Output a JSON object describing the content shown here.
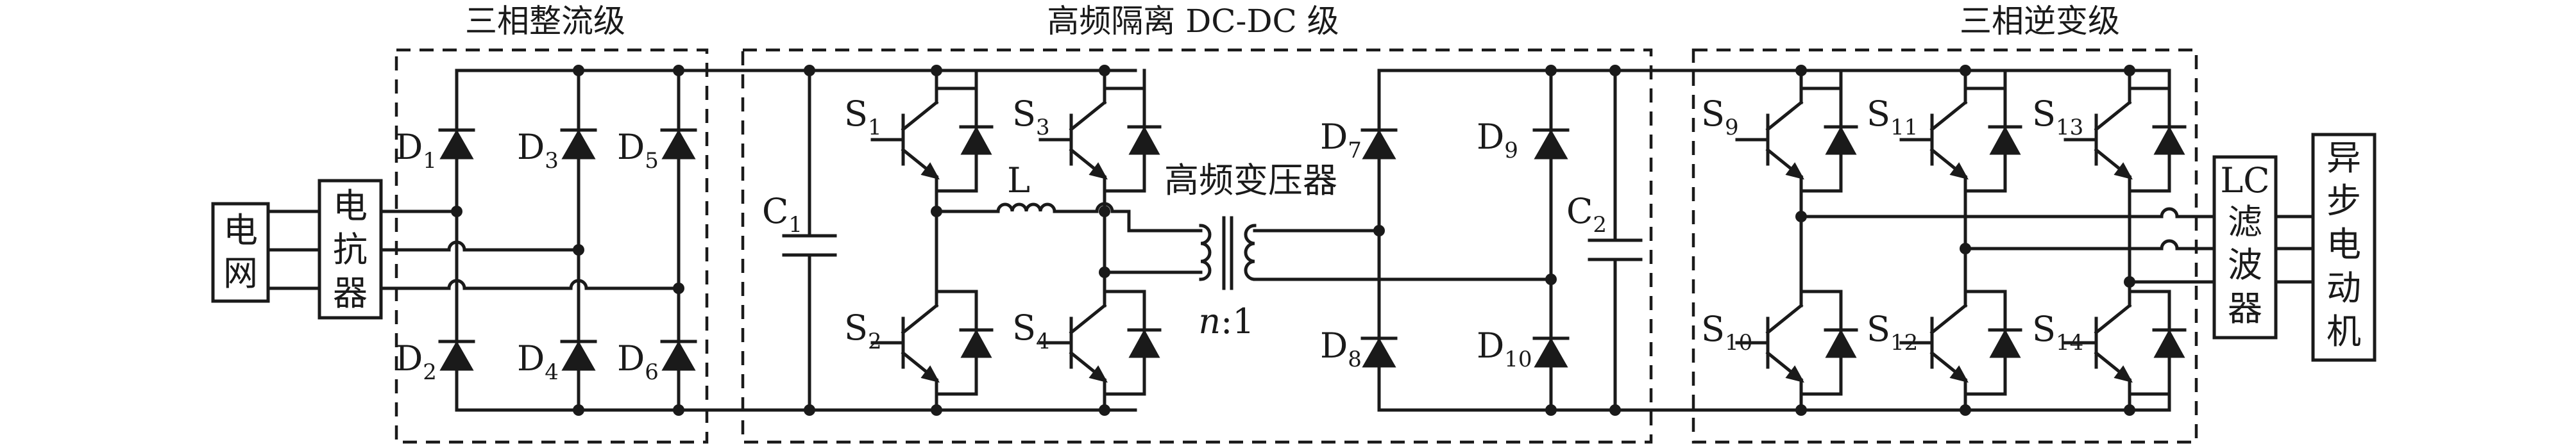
{
  "stages": {
    "rectifier": "三相整流级",
    "dcdc": "高频隔离 DC-DC 级",
    "inverter": "三相逆变级"
  },
  "blocks": {
    "grid": [
      "电",
      "网"
    ],
    "reactor": [
      "电",
      "抗",
      "器"
    ],
    "lc_filter": [
      "LC",
      "滤",
      "波",
      "器"
    ],
    "motor": [
      "异",
      "步",
      "电",
      "动",
      "机"
    ]
  },
  "rectifier_diodes": [
    {
      "base": "D",
      "sub": "1"
    },
    {
      "base": "D",
      "sub": "3"
    },
    {
      "base": "D",
      "sub": "5"
    },
    {
      "base": "D",
      "sub": "2"
    },
    {
      "base": "D",
      "sub": "4"
    },
    {
      "base": "D",
      "sub": "6"
    }
  ],
  "capacitors": [
    {
      "base": "C",
      "sub": "1"
    },
    {
      "base": "C",
      "sub": "2"
    }
  ],
  "dcdc_switches": [
    {
      "base": "S",
      "sub": "1"
    },
    {
      "base": "S",
      "sub": "3"
    },
    {
      "base": "S",
      "sub": "2"
    },
    {
      "base": "S",
      "sub": "4"
    }
  ],
  "inductor": "L",
  "transformer": {
    "label": "高频变压器",
    "ratio_n": "n",
    "ratio_rest": ":1"
  },
  "output_diodes": [
    {
      "base": "D",
      "sub": "7"
    },
    {
      "base": "D",
      "sub": "9"
    },
    {
      "base": "D",
      "sub": "8"
    },
    {
      "base": "D",
      "sub": "10"
    }
  ],
  "inverter_switches": [
    {
      "base": "S",
      "sub": "9"
    },
    {
      "base": "S",
      "sub": "11"
    },
    {
      "base": "S",
      "sub": "13"
    },
    {
      "base": "S",
      "sub": "10"
    },
    {
      "base": "S",
      "sub": "12"
    },
    {
      "base": "S",
      "sub": "14"
    }
  ]
}
